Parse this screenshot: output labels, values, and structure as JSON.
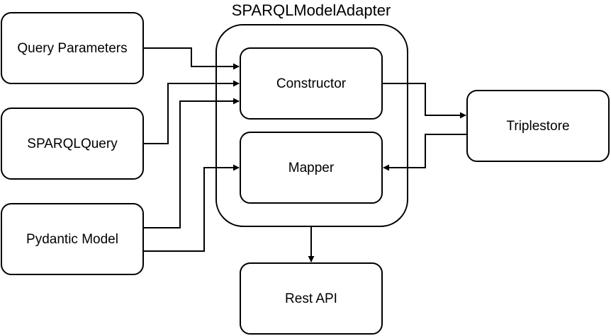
{
  "diagram": {
    "container": {
      "title": "SPARQLModelAdapter"
    },
    "nodes": {
      "query_parameters": "Query Parameters",
      "sparql_query": "SPARQLQuery",
      "pydantic_model": "Pydantic Model",
      "constructor": "Constructor",
      "mapper": "Mapper",
      "triplestore": "Triplestore",
      "rest_api": "Rest API"
    },
    "edges": [
      {
        "from": "Query Parameters",
        "to": "Constructor"
      },
      {
        "from": "SPARQLQuery",
        "to": "Constructor"
      },
      {
        "from": "Pydantic Model",
        "to": "Constructor"
      },
      {
        "from": "Pydantic Model",
        "to": "Mapper"
      },
      {
        "from": "Constructor",
        "to": "Triplestore"
      },
      {
        "from": "Triplestore",
        "to": "Mapper"
      },
      {
        "from": "SPARQLModelAdapter",
        "to": "Rest API"
      }
    ]
  }
}
